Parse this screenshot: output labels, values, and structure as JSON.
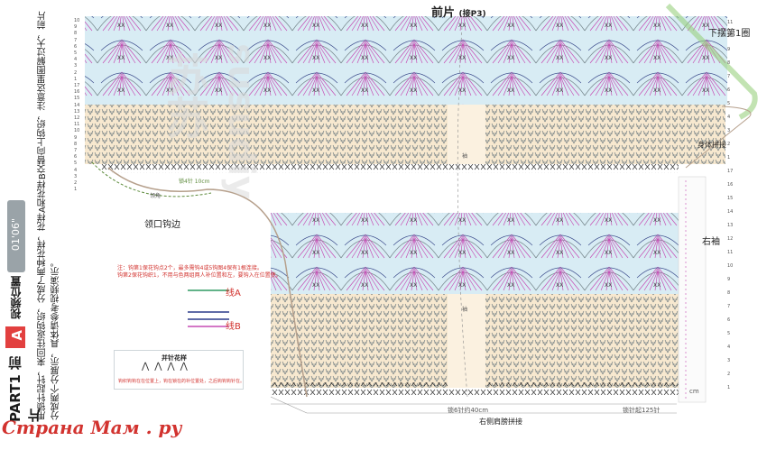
{
  "header": {
    "title": "前片",
    "title_sub": "(接P3)"
  },
  "side_panel": {
    "part_label": "PART1 前片",
    "part_badge": "A",
    "video_label": "视频位置",
    "video_time": "01'06\"",
    "description": "用锁针起针，来回往返钩织，分成了两种花样，花样A和花样B交替向上钩织，注意这里图解过大，前片分成两个分展示，具体请参考视频演示。"
  },
  "labels": {
    "hem": "下摆第1圈",
    "body_join": "身体拼接",
    "right_sleeve": "右袖",
    "neck_edge": "领口钩边",
    "sleeve_mark_1": "袖",
    "sleeve_mark_2": "袖",
    "chain_mid": "锁6针约40cm",
    "chain_right": "锁针起125针",
    "right_shoulder_join": "右侧肩膀拼接",
    "neck_small": "领角",
    "chain_small_left": "锁4针 10cm",
    "cm_label": "cm"
  },
  "notes": {
    "line1": "注：钩第1保花钩点2个，最多需钩4或5钩图4保有1根连接。",
    "line2": "钩第2保花钩织1，不用与色两组两人补位置和左，要钩入在位置使。"
  },
  "legend": {
    "line_a": "线A",
    "line_b": "线B",
    "color_a": "#2f9a62",
    "color_b_dark": "#2a3a8a",
    "color_b_pink": "#c64bb3"
  },
  "stitch_box": {
    "title": "并针花样",
    "caption": "钩织钩钩在在位置上，钩在锁在的补位置处，之后钩钩钩针在。"
  },
  "row_numbers_left": [
    "10",
    "9",
    "8",
    "7",
    "6",
    "5",
    "4",
    "3",
    "2",
    "1",
    "17",
    "16",
    "15",
    "14",
    "13",
    "12",
    "11",
    "10",
    "9",
    "8",
    "7",
    "6",
    "5",
    "4",
    "3",
    "2",
    "1"
  ],
  "row_numbers_right": [
    "11",
    "10",
    "9",
    "8",
    "7",
    "6",
    "5",
    "4",
    "3",
    "2",
    "1",
    "17",
    "16",
    "15",
    "14",
    "13",
    "12",
    "11",
    "10",
    "9",
    "8",
    "7",
    "6",
    "5",
    "4",
    "3",
    "2",
    "1"
  ],
  "watermark": {
    "brand": "Страна Мам . ру",
    "cn": "苏苏",
    "latin": "susudiy"
  }
}
